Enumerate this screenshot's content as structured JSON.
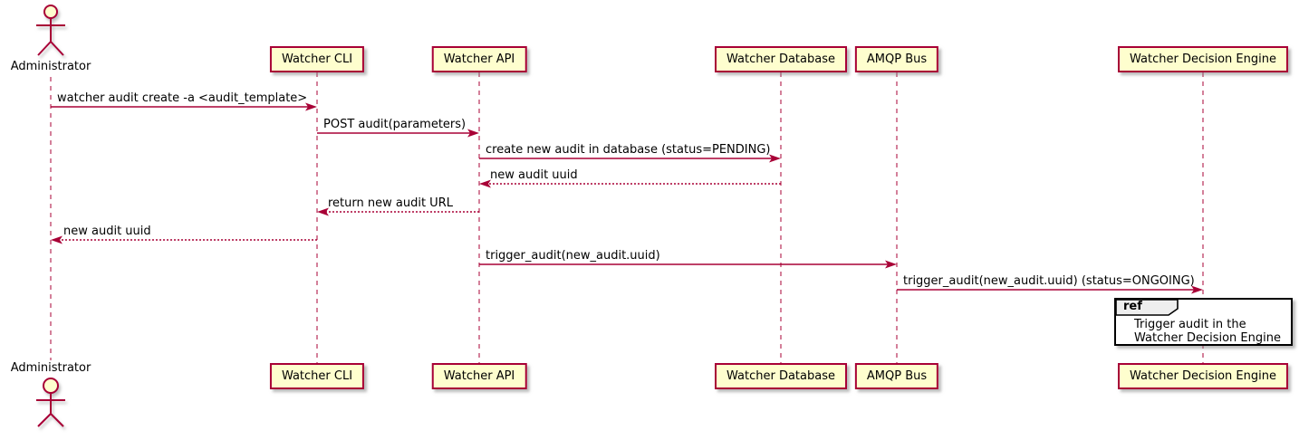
{
  "diagram": {
    "type": "sequence-diagram",
    "colors": {
      "participant_fill": "#FEFECE",
      "participant_border": "#A80036",
      "line_color": "#A80036",
      "text_color": "#000000",
      "ref_header_fill": "#EEEEEE",
      "ref_border": "#000000"
    },
    "participants": [
      {
        "name": "Administrator",
        "type": "actor"
      },
      {
        "name": "Watcher CLI",
        "type": "participant"
      },
      {
        "name": "Watcher API",
        "type": "participant"
      },
      {
        "name": "Watcher Database",
        "type": "participant"
      },
      {
        "name": "AMQP Bus",
        "type": "participant"
      },
      {
        "name": "Watcher Decision Engine",
        "type": "participant"
      }
    ],
    "messages": [
      {
        "from": "Administrator",
        "to": "Watcher CLI",
        "label": "watcher audit create -a <audit_template>",
        "style": "solid"
      },
      {
        "from": "Watcher CLI",
        "to": "Watcher API",
        "label": "POST audit(parameters)",
        "style": "solid"
      },
      {
        "from": "Watcher API",
        "to": "Watcher Database",
        "label": "create new audit in database (status=PENDING)",
        "style": "solid"
      },
      {
        "from": "Watcher Database",
        "to": "Watcher API",
        "label": "new audit uuid",
        "style": "dashed"
      },
      {
        "from": "Watcher API",
        "to": "Watcher CLI",
        "label": "return new audit URL",
        "style": "dashed"
      },
      {
        "from": "Watcher CLI",
        "to": "Administrator",
        "label": "new audit uuid",
        "style": "dashed"
      },
      {
        "from": "Watcher API",
        "to": "AMQP Bus",
        "label": "trigger_audit(new_audit.uuid)",
        "style": "solid"
      },
      {
        "from": "AMQP Bus",
        "to": "Watcher Decision Engine",
        "label": "trigger_audit(new_audit.uuid) (status=ONGOING)",
        "style": "solid"
      }
    ],
    "ref": {
      "keyword": "ref",
      "text": "Trigger audit in the\nWatcher Decision Engine",
      "over": "Watcher Decision Engine"
    }
  }
}
